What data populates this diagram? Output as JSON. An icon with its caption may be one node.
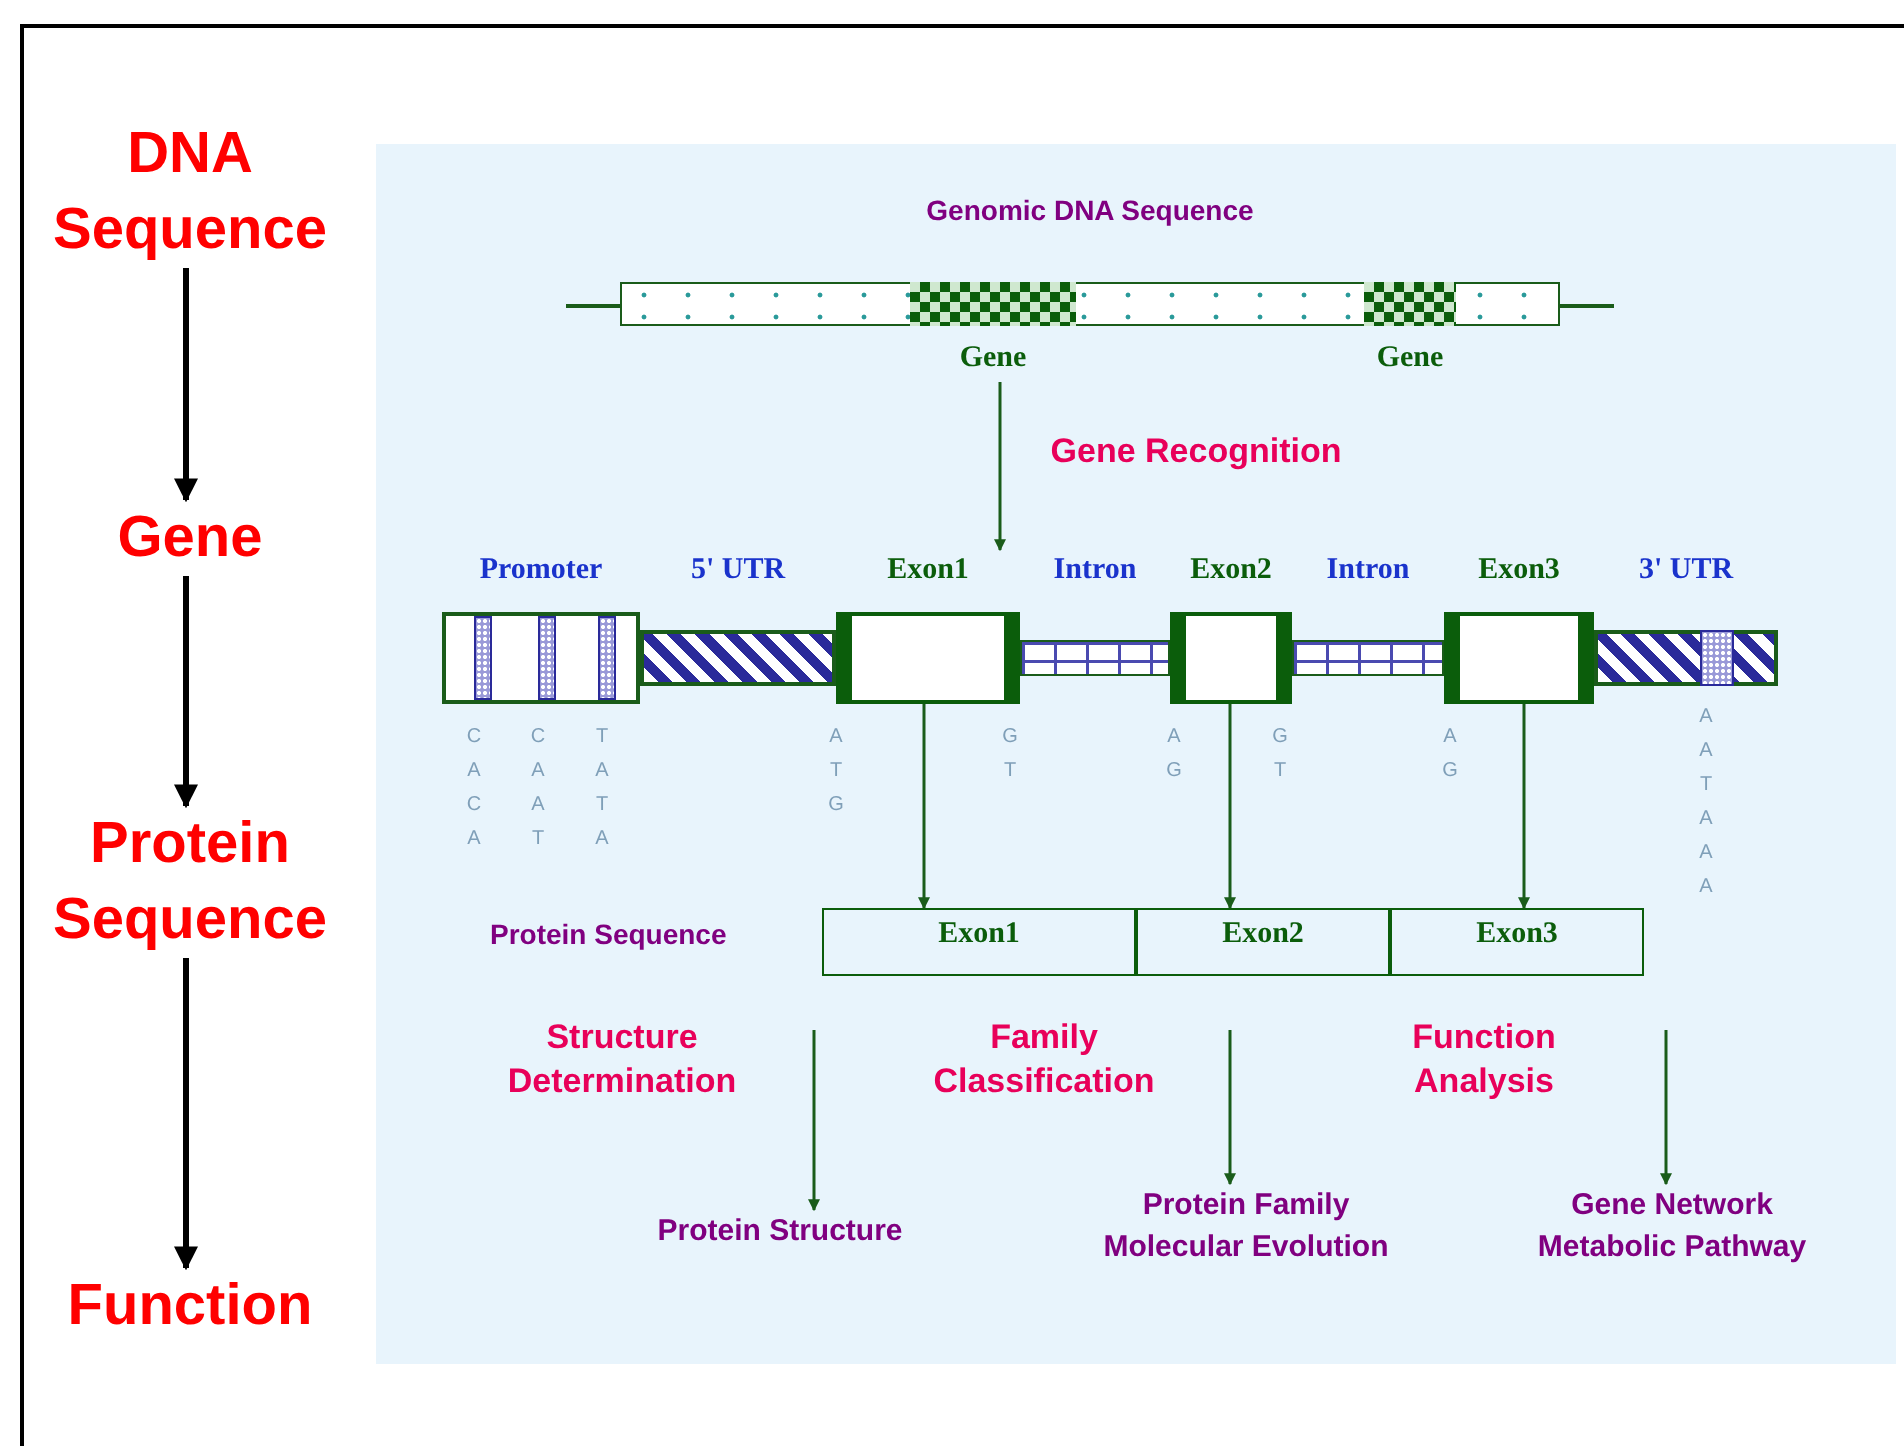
{
  "diagram": {
    "nodes": [
      {
        "text": [
          "DNA Sequence"
        ]
      },
      {
        "text": [
          "Gene"
        ]
      },
      {
        "text": [
          "Protein Sequence"
        ]
      },
      {
        "text": [
          "Function"
        ]
      },
      {
        "text": [
          "Genomic DNA Sequence"
        ]
      },
      {
        "text": [
          "Gene"
        ],
        "in": 4
      },
      {
        "text": [
          "Gene"
        ],
        "in": 4
      },
      {
        "text": [],
        "shape": "bar"
      },
      {
        "text": [
          "Promoter"
        ],
        "in": 7
      },
      {
        "text": [
          "5' UTR"
        ],
        "in": 7
      },
      {
        "text": [
          "Exon1"
        ],
        "in": 7
      },
      {
        "text": [
          "Intron"
        ],
        "in": 7
      },
      {
        "text": [
          "Exon2"
        ],
        "in": 7
      },
      {
        "text": [
          "Intron"
        ],
        "in": 7
      },
      {
        "text": [
          "Exon3"
        ],
        "in": 7
      },
      {
        "text": [
          "3' UTR"
        ],
        "in": 7
      },
      {
        "text": [
          "Protein Sequence"
        ]
      },
      {
        "text": [
          "Exon1"
        ],
        "in": 16
      },
      {
        "text": [
          "Exon2"
        ],
        "in": 16
      },
      {
        "text": [
          "Exon3"
        ],
        "in": 16
      },
      {
        "text": [
          "Protein Structure"
        ]
      },
      {
        "text": [
          "Protein Family Molecular Evolution"
        ]
      },
      {
        "text": [
          "Gene Network Metabolic Pathway"
        ]
      }
    ],
    "edges": [
      {
        "from": 0,
        "to": 1,
        "arrow": "to",
        "style": "thick",
        "color": "#000000"
      },
      {
        "from": 1,
        "to": 2,
        "arrow": "to",
        "style": "thick",
        "color": "#000000"
      },
      {
        "from": 2,
        "to": 3,
        "arrow": "to",
        "style": "thick",
        "color": "#000000"
      },
      {
        "from": 5,
        "to": 7,
        "arrow": "to",
        "label": "Gene Recognition"
      },
      {
        "from": 10,
        "to": 17,
        "arrow": "to"
      },
      {
        "from": 12,
        "to": 18,
        "arrow": "to"
      },
      {
        "from": 14,
        "to": 19,
        "arrow": "to"
      },
      {
        "from": null,
        "to": 20,
        "arrow": "to",
        "label": "Structure Determination"
      },
      {
        "from": null,
        "to": 21,
        "arrow": "to",
        "label": "Family Classification"
      },
      {
        "from": null,
        "to": 22,
        "arrow": "to",
        "label": "Function Analysis"
      }
    ],
    "labels": [
      "CACA",
      "CAAT",
      "TATA",
      "ATG",
      "GT",
      "AG",
      "GT",
      "AG",
      "AATAAA"
    ]
  }
}
